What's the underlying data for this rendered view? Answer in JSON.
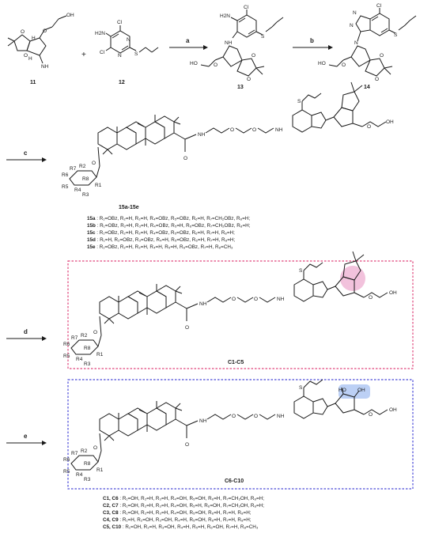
{
  "compounds": {
    "c11": "11",
    "c12": "12",
    "c13": "13",
    "c14": "14",
    "c15": "15a-15e",
    "c1c5": "C1-C5",
    "c6c10": "C6-C10"
  },
  "steps": {
    "a": "a",
    "b": "b",
    "c": "c",
    "d": "d",
    "e": "e"
  },
  "atoms": {
    "OH": "OH",
    "O": "O",
    "H": "H",
    "N": "N",
    "NH2": "NH",
    "H2N": "H2N",
    "Cl": "Cl",
    "S": "S",
    "HO": "HO",
    "NH": "NH",
    "R1": "R1",
    "R2": "R2",
    "R3": "R3",
    "R4": "R4",
    "R5": "R5",
    "R6": "R6",
    "R7": "R7",
    "R8": "R8"
  },
  "legend15": [
    {
      "id": "15a",
      "text": " : R₁=OBz, R₂=H, R₃=H, R₄=OBz, R₅=OBz, R₆=H, R₇=CH₂OBz, R₈=H;"
    },
    {
      "id": "15b",
      "text": " : R₁=OBz, R₂=H, R₃=H, R₄=OBz, R₅=H, R₆=OBz, R₇=CH₂OBz, R₈=H;"
    },
    {
      "id": "15c",
      "text": " : R₁=OBz, R₂=H, R₃=H, R₄=OBz, R₅=OBz, R₆=H, R₇=H, R₈=H;"
    },
    {
      "id": "15d",
      "text": " : R₁=H, R₂=OBz, R₃=OBz, R₄=H, R₅=OBz, R₆=H, R₇=H, R₈=H;"
    },
    {
      "id": "15e",
      "text": " : R₁=OBz, R₂=H, R₃=H, R₄=H, R₅=H, R₆=OBz, R₇=H, R₈=CH₃"
    }
  ],
  "legendC": [
    {
      "id": "C1, C6",
      "text": " : R₁=OH, R₂=H, R₃=H, R₄=OH, R₅=OH, R₆=H, R₇=CH₂OH, R₈=H;"
    },
    {
      "id": "C2, C7",
      "text": " : R₁=OH, R₂=H, R₃=H, R₄=OH, R₅=H, R₆=OH, R₇=CH₂OH, R₈=H;"
    },
    {
      "id": "C3, C8",
      "text": " : R₁=OH, R₂=H, R₃=H, R₄=OH, R₅=OH, R₆=H, R₇=H, R₈=H;"
    },
    {
      "id": "C4, C9",
      "text": " : R₁=H, R₂=OH, R₃=OH, R₄=H, R₅=OH, R₆=H, R₇=H, R₈=H;"
    },
    {
      "id": "C5, C10",
      "text": " : R₁=OH, R₂=H, R₃=OH, R₄=H, R₅=H, R₆=OH, R₇=H, R₈=CH₃"
    }
  ],
  "colors": {
    "box1": "#e0457b",
    "box2": "#4a4ad8",
    "highlight1": "#e88fc0",
    "highlight2": "#8fb0ee"
  }
}
